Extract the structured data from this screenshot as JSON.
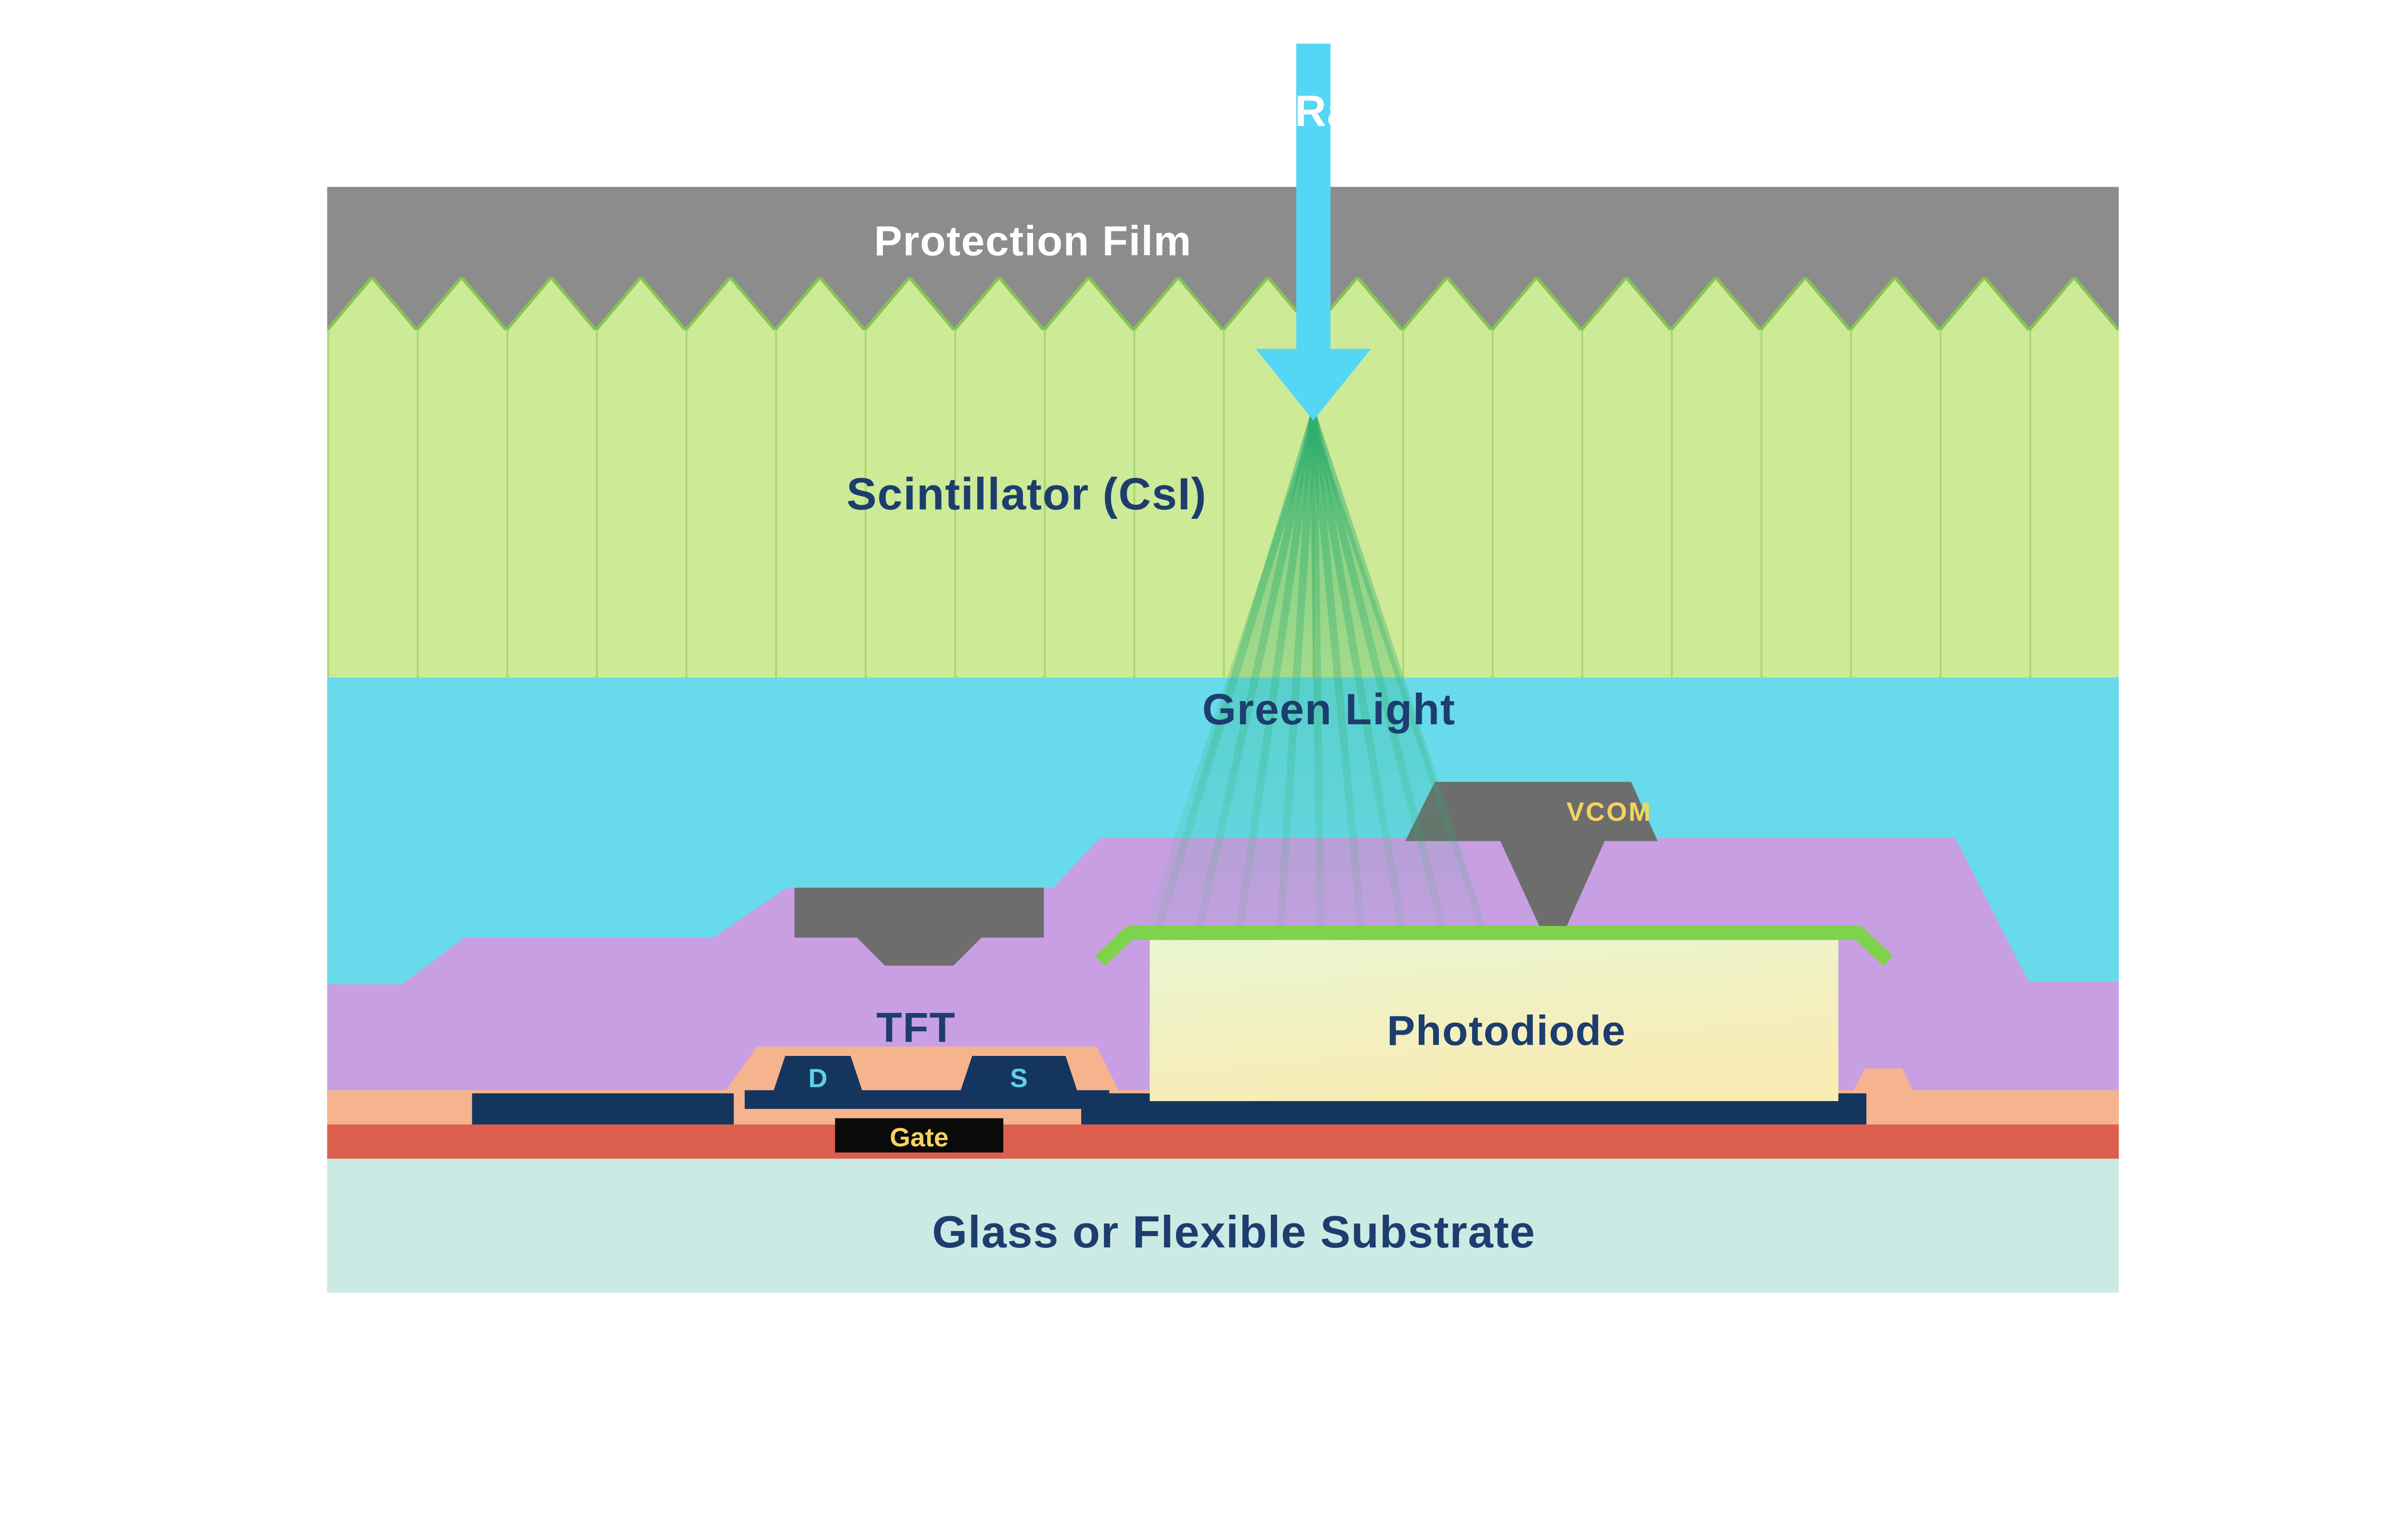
{
  "diagram": {
    "labels": {
      "xray": "X-Ray",
      "protection_film": "Protection Film",
      "scintillator": "Scintillator (CsI)",
      "green_light": "Green Light",
      "vcom": "VCOM",
      "tft": "TFT",
      "photodiode": "Photodiode",
      "drain": "D",
      "source": "S",
      "gate": "Gate",
      "substrate": "Glass or Flexible Substrate"
    },
    "colors": {
      "protection_film_gray": "#8c8c8c",
      "scintillator_green": "#cdea97",
      "scintillator_edge_green": "#86c452",
      "interlayer_cyan": "#67dbeb",
      "planarization_purple": "#c89fe3",
      "electrode_gray": "#6d6d6d",
      "photodiode_fill_top": "#e9f6d2",
      "photodiode_fill_bottom": "#f8ecb4",
      "photodiode_cap_green": "#7fd24b",
      "metal_navy": "#14355e",
      "passivation_salmon": "#f6b48e",
      "insulator_red": "#dc5f4e",
      "substrate_teal": "#cbeae3",
      "xray_arrow_cyan": "#54d7f4",
      "label_navy": "#1d3d6f",
      "label_yellow": "#f3d45e",
      "label_cyan": "#5fd0e8",
      "green_light": "#2fae6e"
    }
  }
}
